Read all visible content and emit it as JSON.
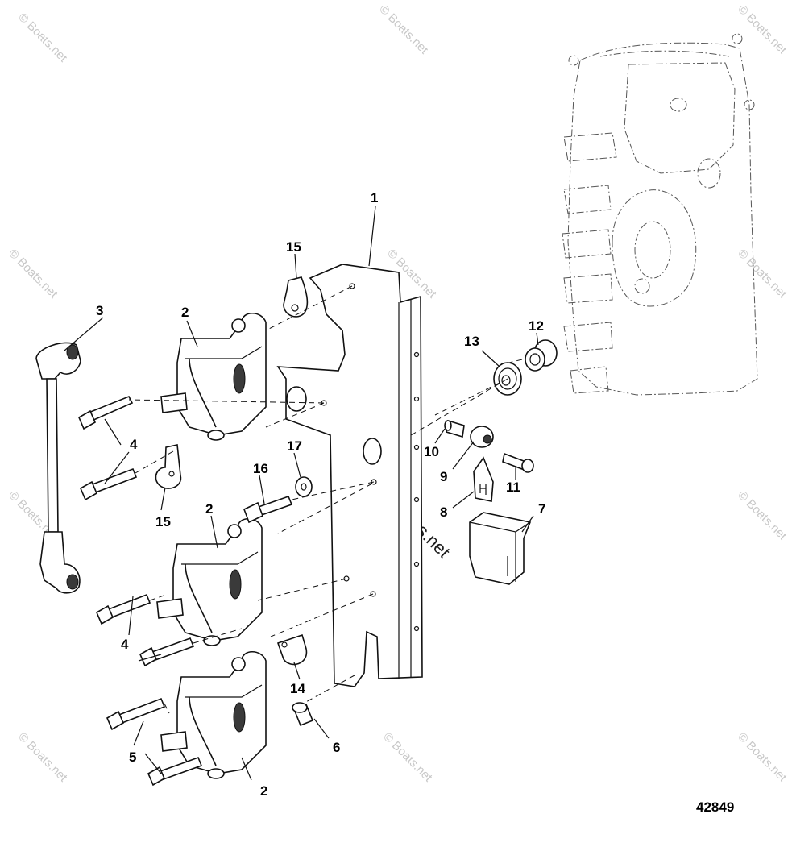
{
  "diagram": {
    "figure_number": "42849",
    "watermark_text": "© Boats.net",
    "callouts": [
      {
        "id": "c1",
        "label": "1"
      },
      {
        "id": "c2a",
        "label": "2"
      },
      {
        "id": "c2b",
        "label": "2"
      },
      {
        "id": "c2c",
        "label": "2"
      },
      {
        "id": "c3",
        "label": "3"
      },
      {
        "id": "c4a",
        "label": "4"
      },
      {
        "id": "c4b",
        "label": "4"
      },
      {
        "id": "c5",
        "label": "5"
      },
      {
        "id": "c6",
        "label": "6"
      },
      {
        "id": "c7",
        "label": "7"
      },
      {
        "id": "c8",
        "label": "8"
      },
      {
        "id": "c9",
        "label": "9"
      },
      {
        "id": "c10",
        "label": "10"
      },
      {
        "id": "c11",
        "label": "11"
      },
      {
        "id": "c12",
        "label": "12"
      },
      {
        "id": "c13",
        "label": "13"
      },
      {
        "id": "c14",
        "label": "14"
      },
      {
        "id": "c15a",
        "label": "15"
      },
      {
        "id": "c15b",
        "label": "15"
      },
      {
        "id": "c16",
        "label": "16"
      },
      {
        "id": "c17",
        "label": "17"
      }
    ]
  }
}
